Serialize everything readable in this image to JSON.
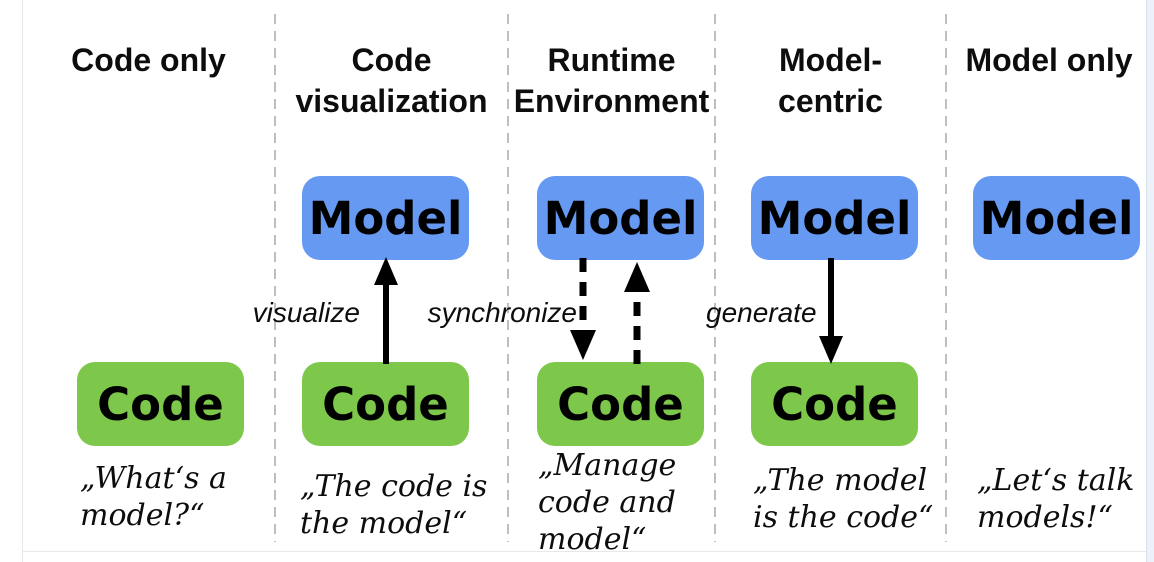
{
  "labels": {
    "model": "Model",
    "code": "Code"
  },
  "columns": [
    {
      "id": "code-only",
      "title_lines": [
        "Code only"
      ],
      "quote_lines": [
        "„What‘s a",
        "model?“"
      ]
    },
    {
      "id": "code-visualization",
      "title_lines": [
        "Code",
        "visualization"
      ],
      "arrow_label": "visualize",
      "quote_lines": [
        "„The code is",
        "the model“"
      ]
    },
    {
      "id": "runtime-environment",
      "title_lines": [
        "Runtime",
        "Environment"
      ],
      "arrow_label": "synchronize",
      "quote_lines": [
        "„Manage",
        "code and",
        "model“"
      ]
    },
    {
      "id": "model-centric",
      "title_lines": [
        "Model-",
        "centric"
      ],
      "arrow_label": "generate",
      "quote_lines": [
        "„The model",
        "is the code“"
      ]
    },
    {
      "id": "model-only",
      "title_lines": [
        "Model only"
      ],
      "quote_lines": [
        "„Let‘s talk",
        "models!“"
      ]
    }
  ],
  "arrows": [
    {
      "name": "visualize-arrow",
      "style": "solid",
      "direction": "up",
      "from": "Code",
      "to": "Model"
    },
    {
      "name": "synchronize-arrow-down",
      "style": "dashed",
      "direction": "down",
      "from": "Model",
      "to": "Code"
    },
    {
      "name": "synchronize-arrow-up",
      "style": "dashed",
      "direction": "up",
      "from": "Code",
      "to": "Model"
    },
    {
      "name": "generate-arrow",
      "style": "solid",
      "direction": "down",
      "from": "Model",
      "to": "Code"
    }
  ],
  "colors": {
    "model_blue": "#6699F2",
    "code_green": "#7DC84B",
    "divider_gray": "#BFBFBF",
    "frame_line": "#E8E8E8",
    "frame_right_line": "#D9E2EF",
    "frame_right_fill": "#ECF1F8"
  }
}
